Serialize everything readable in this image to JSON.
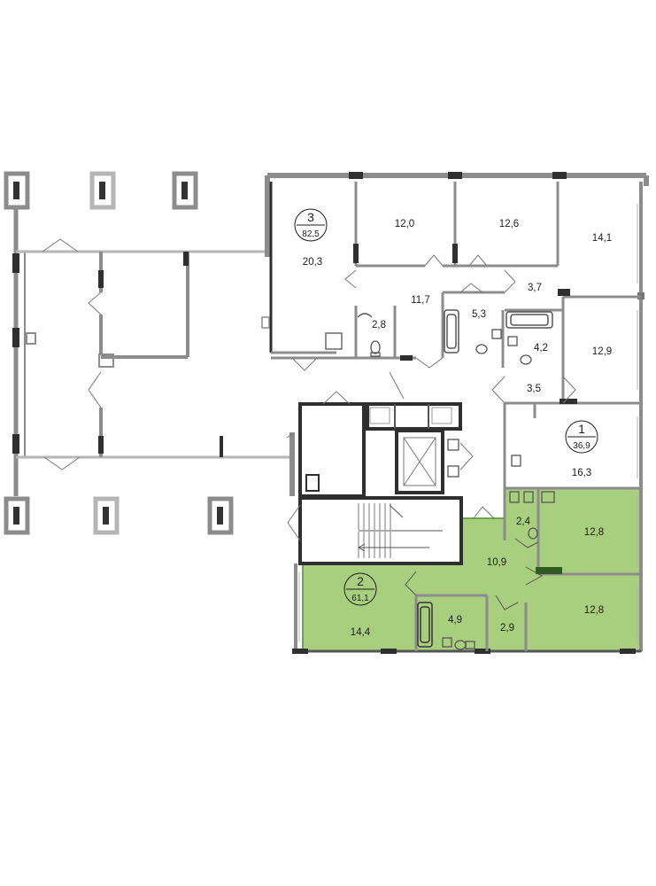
{
  "colors": {
    "highlight_fill": "#a8cf7e",
    "highlight_stroke": "#6fa64a",
    "wall_dark": "#2f2f2f",
    "wall_grey": "#8c8c8c",
    "wall_light": "#b5b5b5",
    "background": "#ffffff"
  },
  "apartments": [
    {
      "number": "3",
      "area": "82,5",
      "highlighted": false
    },
    {
      "number": "1",
      "area": "36,9",
      "highlighted": false
    },
    {
      "number": "2",
      "area": "61,1",
      "highlighted": true
    }
  ],
  "rooms": {
    "apt3_living": "20,3",
    "apt3_bedroom_a": "12,0",
    "apt3_bedroom_b": "12,6",
    "apt3_bedroom_c": "14,1",
    "apt3_hall": "11,7",
    "apt3_wc": "2,8",
    "apt3_bath": "5,3",
    "apt3_corridor": "3,7",
    "apt1_bath": "4,2",
    "apt1_bedroom": "12,9",
    "apt1_hall": "3,5",
    "apt1_living": "16,3",
    "apt2_wc": "2,4",
    "apt2_bedroom_a": "12,8",
    "apt2_hall": "10,9",
    "apt2_bath": "4,9",
    "apt2_storage": "2,9",
    "apt2_bedroom_b": "12,8",
    "apt2_living": "14,4"
  },
  "icons": [
    "door-swing-icon",
    "toilet-icon",
    "sink-icon",
    "bathtub-icon",
    "elevator-icon",
    "stair-arrow-icon",
    "column-icon"
  ]
}
